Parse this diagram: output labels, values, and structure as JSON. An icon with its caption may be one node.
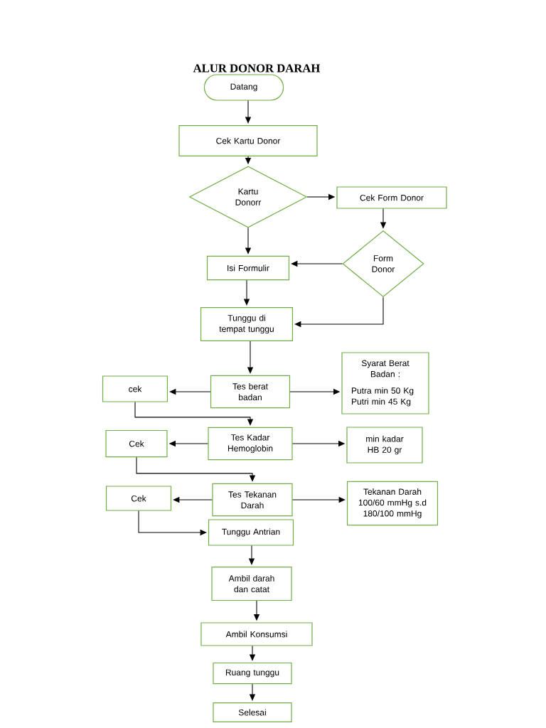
{
  "diagram": {
    "title": "ALUR DONOR DARAH",
    "nodes": [
      {
        "text": [
          "Datang"
        ]
      },
      {
        "text": [
          "Cek Kartu Donor"
        ]
      },
      {
        "text": [
          "Kartu Donorr"
        ]
      },
      {
        "text": [
          "Cek Form Donor"
        ]
      },
      {
        "text": [
          "Form Donor"
        ]
      },
      {
        "text": [
          "Isi Formulir"
        ]
      },
      {
        "text": [
          "Tunggu di tempat tunggu"
        ]
      },
      {
        "text": [
          "cek"
        ]
      },
      {
        "text": [
          "Tes berat badan"
        ]
      },
      {
        "text": [
          "Syarat Berat Badan :",
          "Putra min 50 Kg Putri min 45 Kg"
        ]
      },
      {
        "text": [
          "Cek"
        ]
      },
      {
        "text": [
          "Tes Kadar Hemoglobin"
        ]
      },
      {
        "text": [
          "min kadar HB 20 gr"
        ]
      },
      {
        "text": [
          "Cek"
        ]
      },
      {
        "text": [
          "Tes Tekanan Darah"
        ]
      },
      {
        "text": [
          "Tekanan Darah 100/60 mmHg s.d 180/100 mmHg"
        ]
      },
      {
        "text": [
          "Tunggu Antrian"
        ]
      },
      {
        "text": [
          "Ambil darah dan catat"
        ]
      },
      {
        "text": [
          "Ambil Konsumsi"
        ]
      },
      {
        "text": [
          "Ruang tunggu"
        ]
      },
      {
        "text": [
          "Selesai"
        ]
      }
    ],
    "edges": [
      {
        "from": 0,
        "to": 1,
        "arrow": "to"
      },
      {
        "from": 1,
        "to": 2,
        "arrow": "to"
      },
      {
        "from": 2,
        "to": 3,
        "arrow": "to"
      },
      {
        "from": 3,
        "to": 4,
        "arrow": "to"
      },
      {
        "from": 4,
        "to": 5,
        "arrow": "to"
      },
      {
        "from": 2,
        "to": 5,
        "arrow": "to"
      },
      {
        "from": 5,
        "to": 6,
        "arrow": "to"
      },
      {
        "from": 4,
        "to": 6,
        "arrow": "to"
      },
      {
        "from": 6,
        "to": 8,
        "arrow": "to"
      },
      {
        "from": 8,
        "to": 7,
        "arrow": "to"
      },
      {
        "from": 8,
        "to": 9,
        "arrow": "to"
      },
      {
        "from": 7,
        "to": 11,
        "arrow": "to"
      },
      {
        "from": 11,
        "to": 10,
        "arrow": "to"
      },
      {
        "from": 11,
        "to": 12,
        "arrow": "to"
      },
      {
        "from": 10,
        "to": 14,
        "arrow": "to"
      },
      {
        "from": 14,
        "to": 13,
        "arrow": "to"
      },
      {
        "from": 14,
        "to": 15,
        "arrow": "to"
      },
      {
        "from": 13,
        "to": 16,
        "arrow": "to"
      },
      {
        "from": 16,
        "to": 17,
        "arrow": "to"
      },
      {
        "from": 17,
        "to": 18,
        "arrow": "to"
      },
      {
        "from": 18,
        "to": 19,
        "arrow": "to"
      },
      {
        "from": 19,
        "to": 20,
        "arrow": "to"
      }
    ]
  }
}
